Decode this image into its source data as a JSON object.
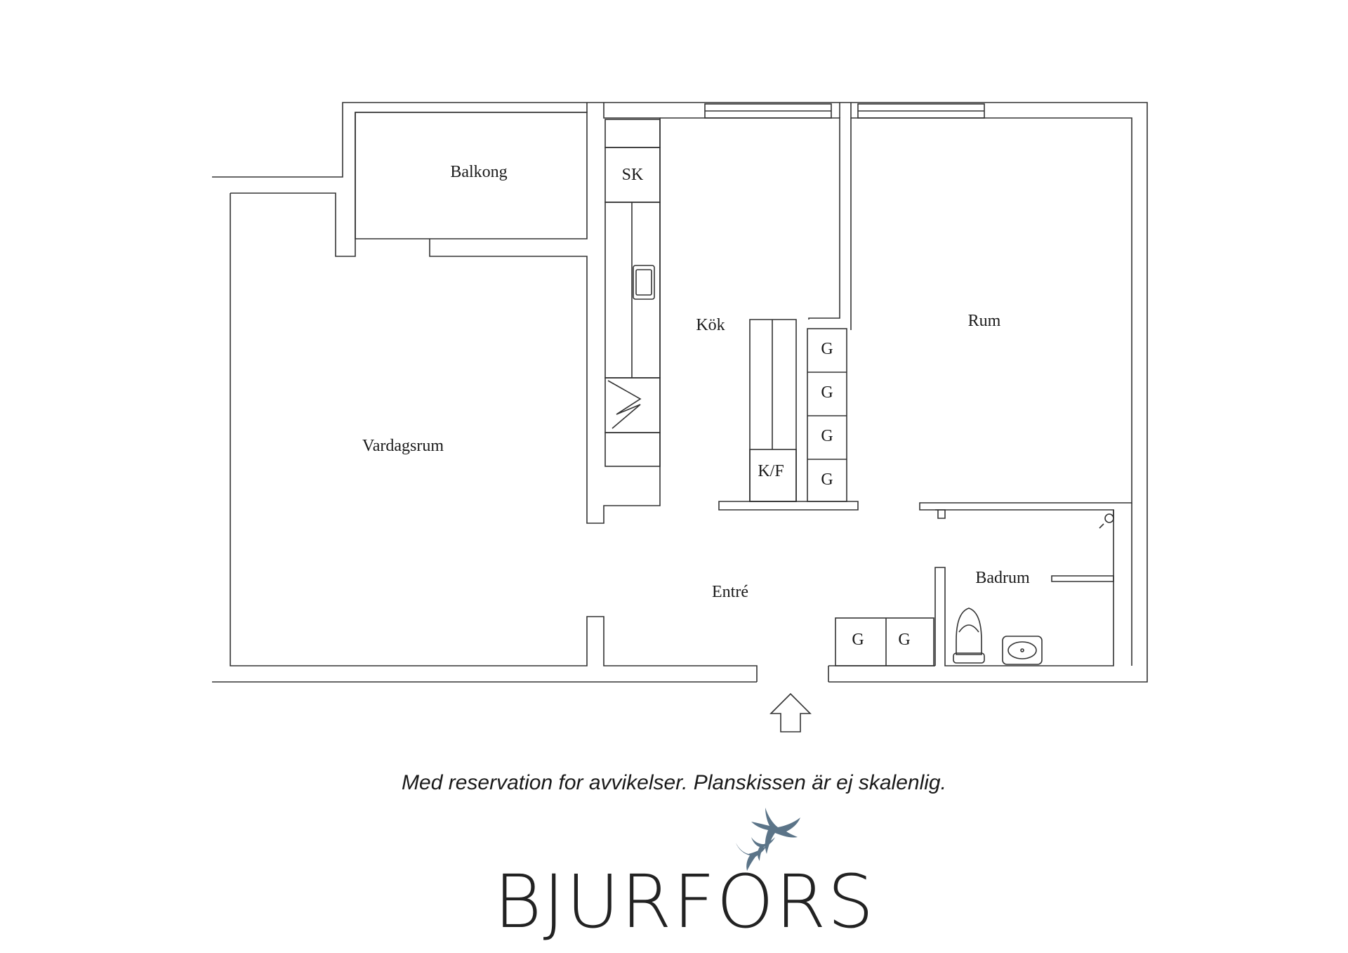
{
  "rooms": {
    "balkong": "Balkong",
    "kok": "Kök",
    "rum": "Rum",
    "vardagsrum": "Vardagsrum",
    "entre": "Entré",
    "badrum": "Badrum"
  },
  "fixtures": {
    "sk": "SK",
    "kf": "K/F",
    "closet": "G"
  },
  "disclaimer": "Med reservation for avvikelser. Planskissen är ej skalenlig.",
  "brand": {
    "name": "BJURFORS",
    "logo_color": "#5b7488",
    "text_color": "#222222"
  },
  "icons": [
    "entrance-arrow-icon",
    "birds-logo-icon",
    "toilet-icon",
    "sink-icon",
    "stove-icon",
    "shower-icon"
  ]
}
